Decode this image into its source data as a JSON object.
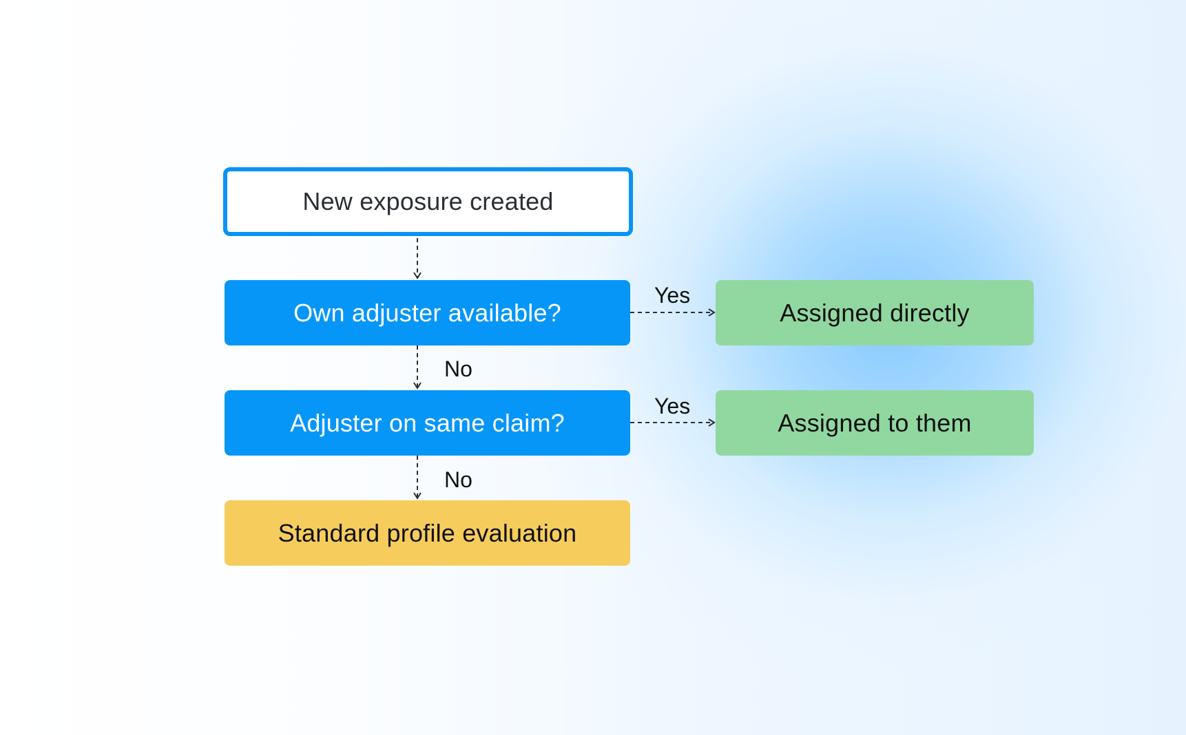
{
  "nodes": {
    "start": "New exposure created",
    "decision_own_adjuster": "Own adjuster available?",
    "decision_same_claim": "Adjuster on same claim?",
    "outcome_assigned_directly": "Assigned directly",
    "outcome_assigned_to_them": "Assigned to them",
    "fallback": "Standard profile evaluation"
  },
  "edge_labels": {
    "yes_1": "Yes",
    "no_1": "No",
    "yes_2": "Yes",
    "no_2": "No"
  },
  "colors": {
    "start_border": "#0a93f5",
    "decision_fill": "#0696f7",
    "outcome_fill": "#91d8a0",
    "fallback_fill": "#f6cd5d",
    "connector": "#2b2f36"
  }
}
